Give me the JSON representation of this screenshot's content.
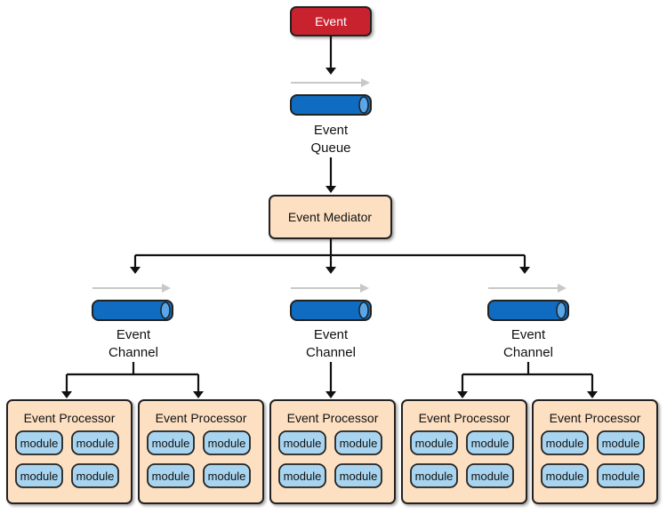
{
  "event": {
    "label": "Event",
    "color": "#c8202f"
  },
  "queue": {
    "label_line1": "Event",
    "label_line2": "Queue"
  },
  "mediator": {
    "label": "Event Mediator"
  },
  "channels": [
    {
      "label_line1": "Event",
      "label_line2": "Channel"
    },
    {
      "label_line1": "Event",
      "label_line2": "Channel"
    },
    {
      "label_line1": "Event",
      "label_line2": "Channel"
    }
  ],
  "processors": [
    {
      "title": "Event Processor",
      "modules": [
        "module",
        "module",
        "module",
        "module"
      ]
    },
    {
      "title": "Event Processor",
      "modules": [
        "module",
        "module",
        "module",
        "module"
      ]
    },
    {
      "title": "Event Processor",
      "modules": [
        "module",
        "module",
        "module",
        "module"
      ]
    },
    {
      "title": "Event Processor",
      "modules": [
        "module",
        "module",
        "module",
        "module"
      ]
    },
    {
      "title": "Event Processor",
      "modules": [
        "module",
        "module",
        "module",
        "module"
      ]
    }
  ],
  "colors": {
    "box_fill": "#fde0c2",
    "module_fill": "#a8d4ef",
    "pipe_fill": "#0f6cc0",
    "flow_arrow": "#c8c8c8",
    "line": "#111111"
  }
}
